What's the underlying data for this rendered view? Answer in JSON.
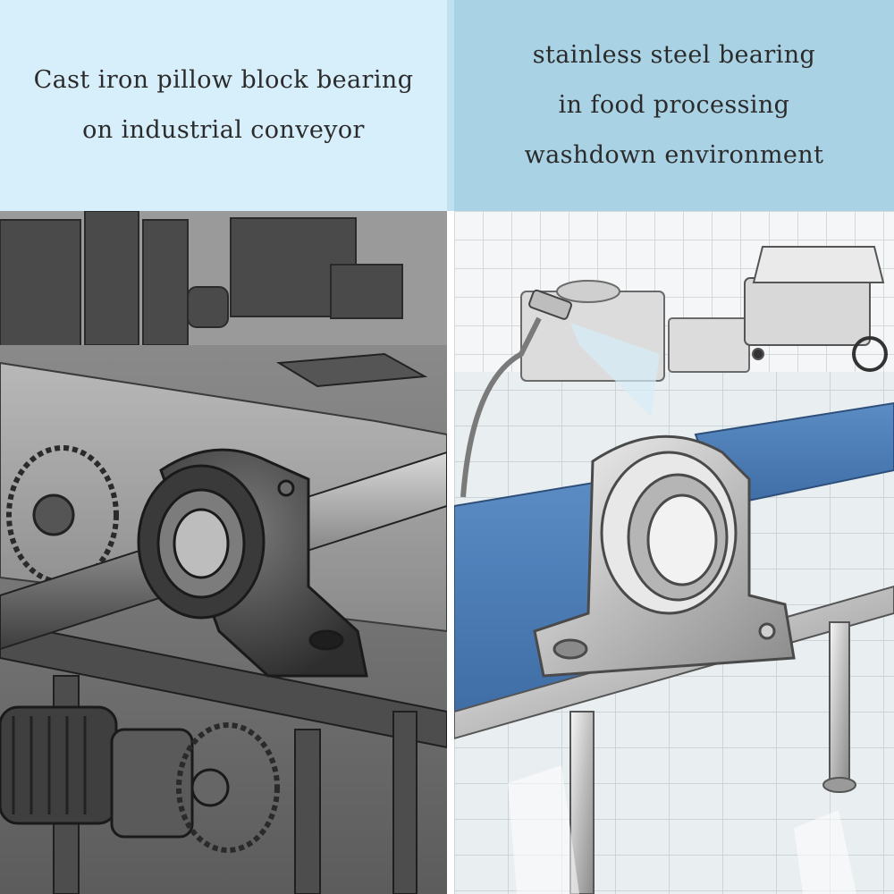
{
  "left_panel": {
    "caption_lines": [
      "Cast iron pillow block bearing",
      "on industrial conveyor"
    ],
    "background_color": "#d7eefb",
    "illustration_subject": "cast-iron-pillow-block-bearing-on-conveyor"
  },
  "right_panel": {
    "caption_lines": [
      "stainless steel bearing",
      "in food processing",
      "washdown environment"
    ],
    "background_color": "#a9d2e4",
    "illustration_subject": "stainless-steel-bearing-in-washdown-area",
    "belt_color": "#4f7fb8"
  }
}
